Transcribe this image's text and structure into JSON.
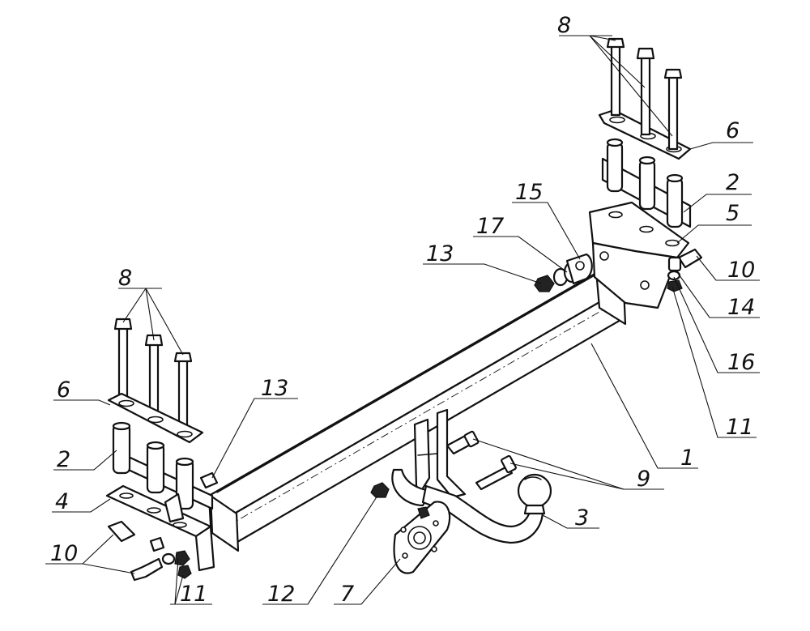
{
  "callouts": [
    {
      "id": "c8-right",
      "label": "8"
    },
    {
      "id": "c6-right",
      "label": "6"
    },
    {
      "id": "c2-right",
      "label": "2"
    },
    {
      "id": "c5",
      "label": "5"
    },
    {
      "id": "c15",
      "label": "15"
    },
    {
      "id": "c17",
      "label": "17"
    },
    {
      "id": "c13-right",
      "label": "13"
    },
    {
      "id": "c10-right",
      "label": "10"
    },
    {
      "id": "c14",
      "label": "14"
    },
    {
      "id": "c16",
      "label": "16"
    },
    {
      "id": "c11-right",
      "label": "11"
    },
    {
      "id": "c1",
      "label": "1"
    },
    {
      "id": "c9",
      "label": "9"
    },
    {
      "id": "c3",
      "label": "3"
    },
    {
      "id": "c8-left",
      "label": "8"
    },
    {
      "id": "c6-left",
      "label": "6"
    },
    {
      "id": "c2-left",
      "label": "2"
    },
    {
      "id": "c4",
      "label": "4"
    },
    {
      "id": "c13-left",
      "label": "13"
    },
    {
      "id": "c10-left",
      "label": "10"
    },
    {
      "id": "c11-left",
      "label": "11"
    },
    {
      "id": "c12",
      "label": "12"
    },
    {
      "id": "c7",
      "label": "7"
    }
  ]
}
